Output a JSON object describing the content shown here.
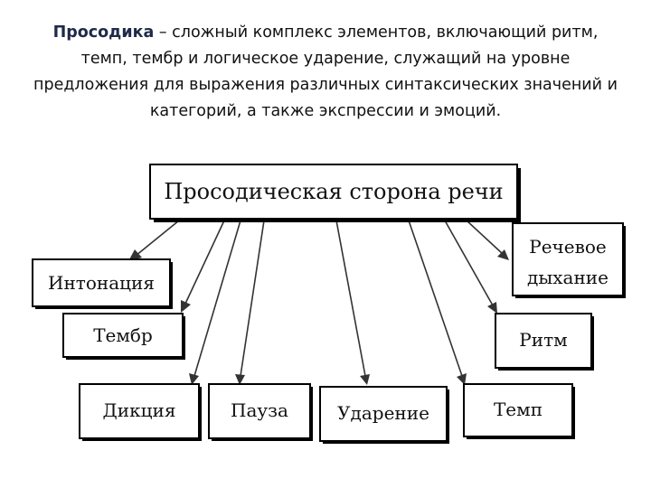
{
  "intro": {
    "term": "Просодика",
    "line1_rest": " – сложный комплекс элементов, включающий ритм,",
    "line2": "темп, тембр и логическое ударение, служащий на уровне",
    "line3": "предложения для выражения различных синтаксических значений и",
    "line4": "категорий, а также экспрессии и эмоций."
  },
  "diagram": {
    "root": "Просодическая сторона речи",
    "nodes": {
      "intonation": "Интонация",
      "timbre": "Тембр",
      "diction": "Дикция",
      "pause": "Пауза",
      "stress": "Ударение",
      "tempo": "Темп",
      "rhythm": "Ритм",
      "breathing_line1": "Речевое",
      "breathing_line2": "дыхание"
    }
  }
}
